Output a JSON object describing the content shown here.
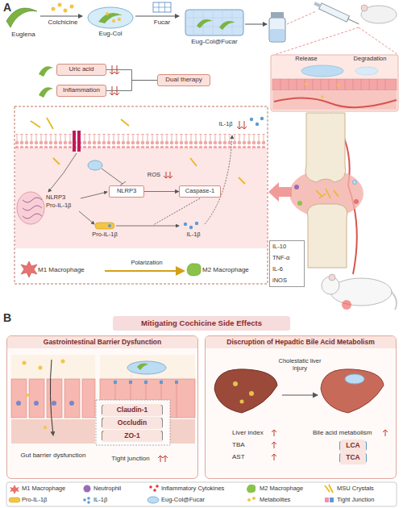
{
  "diagram": {
    "nodes": [
      {
        "text": [
          "Uric acid"
        ]
      },
      {
        "text": [
          "Inflammation"
        ]
      },
      {
        "text": [
          "Dual therapy"
        ]
      },
      {
        "text": [
          "NLRP3"
        ]
      },
      {
        "text": [
          "Caspase-1"
        ]
      },
      {
        "text": [
          "IL-10",
          "TNF-α",
          "IL-6",
          "iNOS"
        ]
      },
      {
        "text": [
          "Mitigating Cochicine Side Effects"
        ]
      },
      {
        "text": [
          "Gastrointestinal Barrier Dysfunction"
        ]
      },
      {
        "text": [
          "Claudin-1"
        ],
        "in": 7
      },
      {
        "text": [
          "Occludin"
        ],
        "in": 7
      },
      {
        "text": [
          "ZO-1"
        ],
        "in": 7
      },
      {
        "text": [
          "Discruption of Hepadtic Bile Acid Metabolism"
        ]
      },
      {
        "text": [
          "LCA"
        ],
        "in": 11
      },
      {
        "text": [
          "TCA"
        ],
        "in": 11
      }
    ],
    "edges": [
      {
        "from": 0,
        "to": 2,
        "arrow": "none"
      },
      {
        "from": 1,
        "to": 2,
        "arrow": "none"
      },
      {
        "from": 3,
        "to": 4,
        "arrow": "to"
      }
    ],
    "labels": [
      "A",
      "Euglena",
      "Colchicine",
      "Eug-Col",
      "Fucar",
      "Eug-Col@Fucar",
      "Release",
      "Degradation",
      "NLRP3",
      "Pro-IL-1β",
      "ROS",
      "Pro-IL-1β",
      "IL-1β",
      "IL-1β",
      "M1 Macrophage",
      "Polarization",
      "M2 Macrophage",
      "B",
      "Gut barrier dysfunction",
      "Tight junction",
      "Cholestatic liver injury",
      "Liver index",
      "TBA",
      "AST",
      "Bile acid metabolism"
    ],
    "legend": [
      {
        "text": "M1 Macrophage"
      },
      {
        "text": "Neutrophil"
      },
      {
        "text": "Inflammatory Cytokines"
      },
      {
        "text": "M2 Macrophage"
      },
      {
        "text": "MSU Crystals"
      },
      {
        "text": "Pro-IL-1β"
      },
      {
        "text": "IL-1β"
      },
      {
        "text": "Eug-Col@Fucar"
      },
      {
        "text": "Metabolites"
      },
      {
        "text": "Tight Junction"
      }
    ]
  }
}
